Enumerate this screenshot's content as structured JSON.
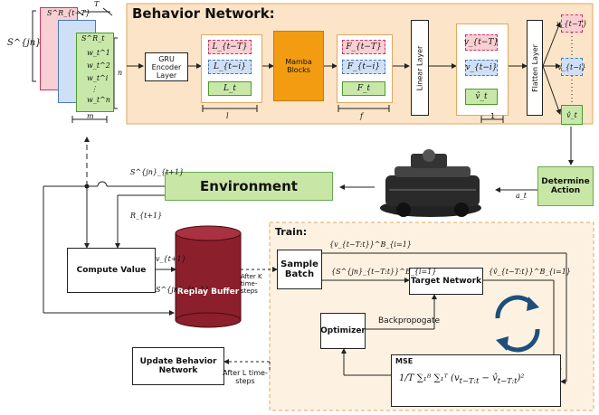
{
  "behavior_network": {
    "title": "Behavior Network:",
    "gru_label": "GRU Encoder Layer",
    "mamba_label": "Mamba Blocks",
    "linear_label": "Linear Layer",
    "flatten_label": "Flatten Layer",
    "l_tokens": [
      "L_{t−T}",
      "L_{t−i}",
      "L_t"
    ],
    "f_tokens": [
      "F_{t−T}",
      "F_{t−i}",
      "F_t"
    ],
    "v_tokens": [
      "v_{t−T}",
      "v_{t−i}",
      "v̂_t"
    ],
    "out_tokens": [
      "v_{t−T}",
      "v_{t−i}",
      "v̂_t"
    ],
    "dim_l": "l",
    "dim_f": "f",
    "dim_one": "1"
  },
  "state_stack": {
    "label": "S^{jn}_{t−T}",
    "top_labels": [
      "S^R_{t−T}",
      "S^R_t"
    ],
    "w_labels": [
      "w_t^1",
      "w_t^2",
      "w_t^i",
      "⋮",
      "w_t^n"
    ],
    "dim_T": "T",
    "dim_n": "n",
    "dim_m": "m"
  },
  "environment": {
    "label": "Environment"
  },
  "determine_action": {
    "label": "Determine Action"
  },
  "compute_value": {
    "label": "Compute Value"
  },
  "replay_buffer": {
    "label": "Replay Buffer"
  },
  "update_behavior": {
    "label": "Update Behavior Network"
  },
  "train": {
    "title": "Train:",
    "sample_batch": "Sample Batch",
    "target_network": "Target Network",
    "optimizer": "Optimizer",
    "backprop": "Backpropogate",
    "mse_title": "MSE"
  },
  "labels": {
    "s_t1_env": "S^{jn}_{t+1}",
    "r_t1": "R_{t+1}",
    "a_t": "a_t",
    "v_t1": "v_{t+1}",
    "s_t1_cv": "S^{jn}_{t+1}",
    "after_k": "After K time-steps",
    "after_l": "After L time-steps",
    "v_batch": "{v_{t−T:t}}^B_{i=1}",
    "s_batch": "{S^{jn}_{t−T:t}}^B_{i=1}",
    "vhat_batch": "{v̂_{t−T:t}}^B_{i=1}"
  }
}
